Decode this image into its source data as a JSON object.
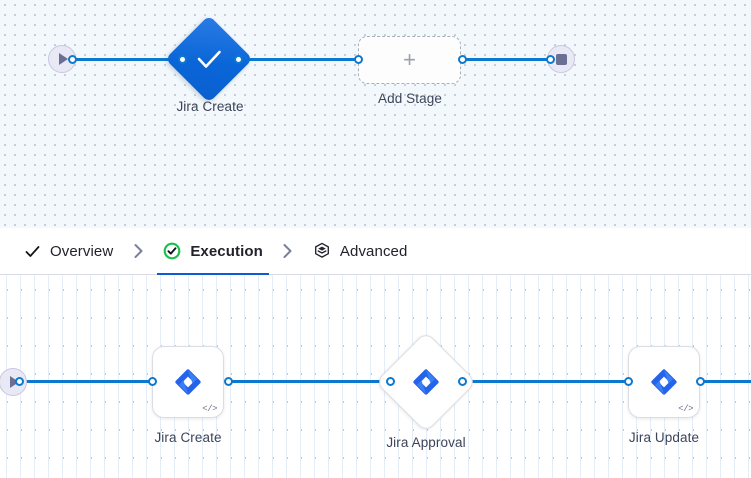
{
  "top_pipeline": {
    "name": "pipeline-stage-canvas",
    "start_node": {
      "label": "",
      "icon": "play-icon"
    },
    "end_node": {
      "label": "",
      "icon": "stop-icon"
    },
    "nodes": [
      {
        "id": "jira-create-stage",
        "label": "Jira Create",
        "shape": "diamond",
        "icon": "check-icon",
        "status_color": "#0a66d8"
      },
      {
        "id": "add-stage",
        "label": "Add Stage",
        "shape": "dashed-box",
        "icon": "plus-icon"
      }
    ]
  },
  "tabs": {
    "items": [
      {
        "id": "overview",
        "label": "Overview",
        "icon": "check-icon",
        "active": false
      },
      {
        "id": "execution",
        "label": "Execution",
        "icon": "check-circle-icon",
        "active": true
      },
      {
        "id": "advanced",
        "label": "Advanced",
        "icon": "layers-hexagon-icon",
        "active": false
      }
    ],
    "separator": "chevron-right-icon",
    "active_underline_color": "#0b5cd5",
    "active_check_color": "#18c04a"
  },
  "execution_graph": {
    "name": "execution-steps-canvas",
    "start_node": {
      "label": "",
      "icon": "play-icon"
    },
    "nodes": [
      {
        "id": "jira-create",
        "label": "Jira Create",
        "shape": "rounded-square",
        "icon": "jira-icon",
        "badge": "</>"
      },
      {
        "id": "jira-approval",
        "label": "Jira Approval",
        "shape": "diamond",
        "icon": "jira-icon",
        "badge": ""
      },
      {
        "id": "jira-update",
        "label": "Jira Update",
        "shape": "rounded-square",
        "icon": "jira-icon",
        "badge": "</>"
      }
    ],
    "edge_color": "#0b79d0"
  }
}
